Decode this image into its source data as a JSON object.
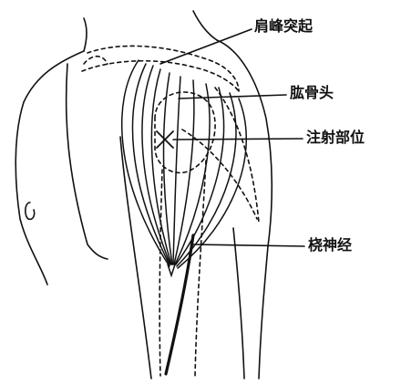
{
  "labels": {
    "acromion": "肩峰突起",
    "humeral_head": "肱骨头",
    "injection_site": "注射部位",
    "radial_nerve": "桡神经"
  },
  "colors": {
    "ink": "#111111",
    "background": "#ffffff"
  },
  "marker_icon": "cross-mark-icon"
}
